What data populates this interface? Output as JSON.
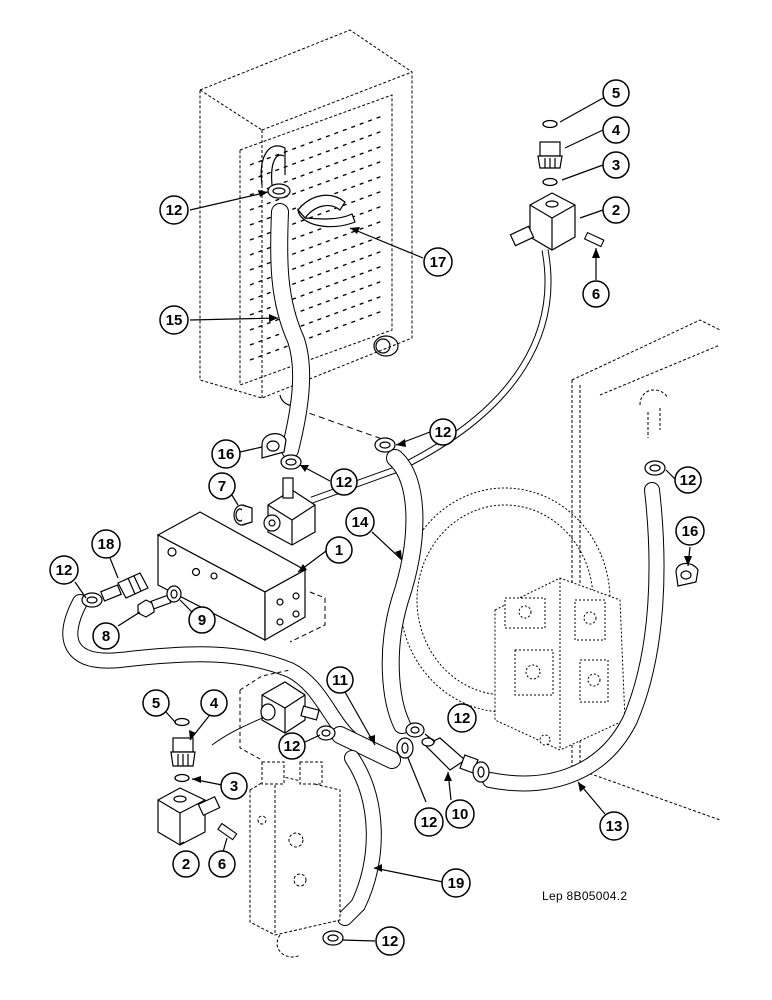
{
  "caption": "Lep 8B05004.2",
  "callouts": [
    {
      "id": "c-5-top",
      "label": "5"
    },
    {
      "id": "c-4-top",
      "label": "4"
    },
    {
      "id": "c-3-top",
      "label": "3"
    },
    {
      "id": "c-2-top",
      "label": "2"
    },
    {
      "id": "c-6-top",
      "label": "6"
    },
    {
      "id": "c-12-a",
      "label": "12"
    },
    {
      "id": "c-17",
      "label": "17"
    },
    {
      "id": "c-15",
      "label": "15"
    },
    {
      "id": "c-12-b",
      "label": "12"
    },
    {
      "id": "c-16-a",
      "label": "16"
    },
    {
      "id": "c-12-c",
      "label": "12"
    },
    {
      "id": "c-7",
      "label": "7"
    },
    {
      "id": "c-14",
      "label": "14"
    },
    {
      "id": "c-12-d",
      "label": "12"
    },
    {
      "id": "c-16-b",
      "label": "16"
    },
    {
      "id": "c-18",
      "label": "18"
    },
    {
      "id": "c-12-e",
      "label": "12"
    },
    {
      "id": "c-1",
      "label": "1"
    },
    {
      "id": "c-8",
      "label": "8"
    },
    {
      "id": "c-9",
      "label": "9"
    },
    {
      "id": "c-11",
      "label": "11"
    },
    {
      "id": "c-5-bot",
      "label": "5"
    },
    {
      "id": "c-4-bot",
      "label": "4"
    },
    {
      "id": "c-12-f",
      "label": "12"
    },
    {
      "id": "c-12-g",
      "label": "12"
    },
    {
      "id": "c-3-bot",
      "label": "3"
    },
    {
      "id": "c-12-h",
      "label": "12"
    },
    {
      "id": "c-10",
      "label": "10"
    },
    {
      "id": "c-13",
      "label": "13"
    },
    {
      "id": "c-2-bot",
      "label": "2"
    },
    {
      "id": "c-6-bot",
      "label": "6"
    },
    {
      "id": "c-19",
      "label": "19"
    },
    {
      "id": "c-12-i",
      "label": "12"
    }
  ]
}
